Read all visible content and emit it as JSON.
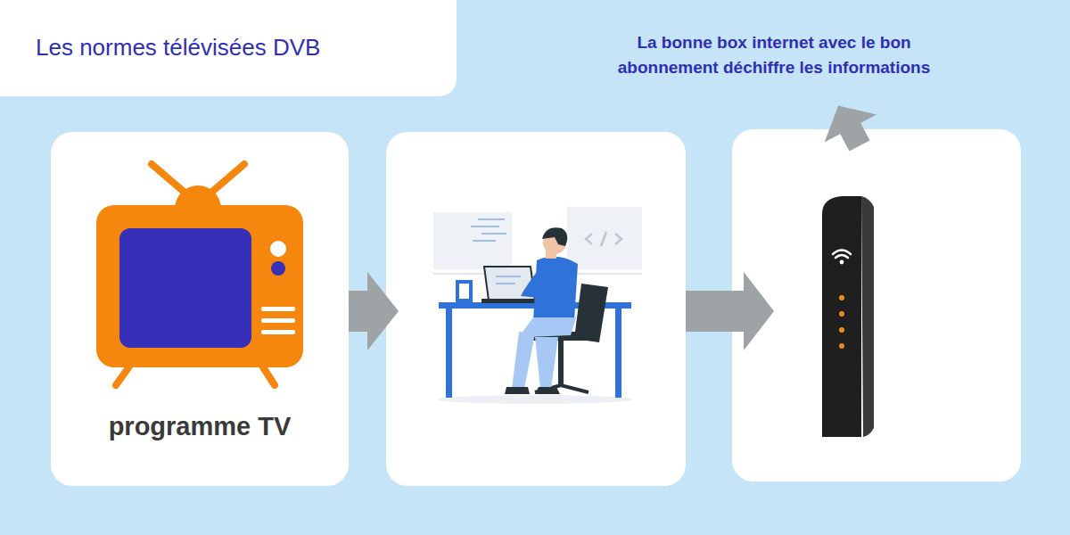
{
  "diagram": {
    "title": "Les normes télévisées DVB",
    "nodes": [
      {
        "text": [
          "programme TV"
        ]
      }
    ],
    "labels": [
      "La bonne box internet avec le bon abonnement déchiffre les informations"
    ]
  }
}
